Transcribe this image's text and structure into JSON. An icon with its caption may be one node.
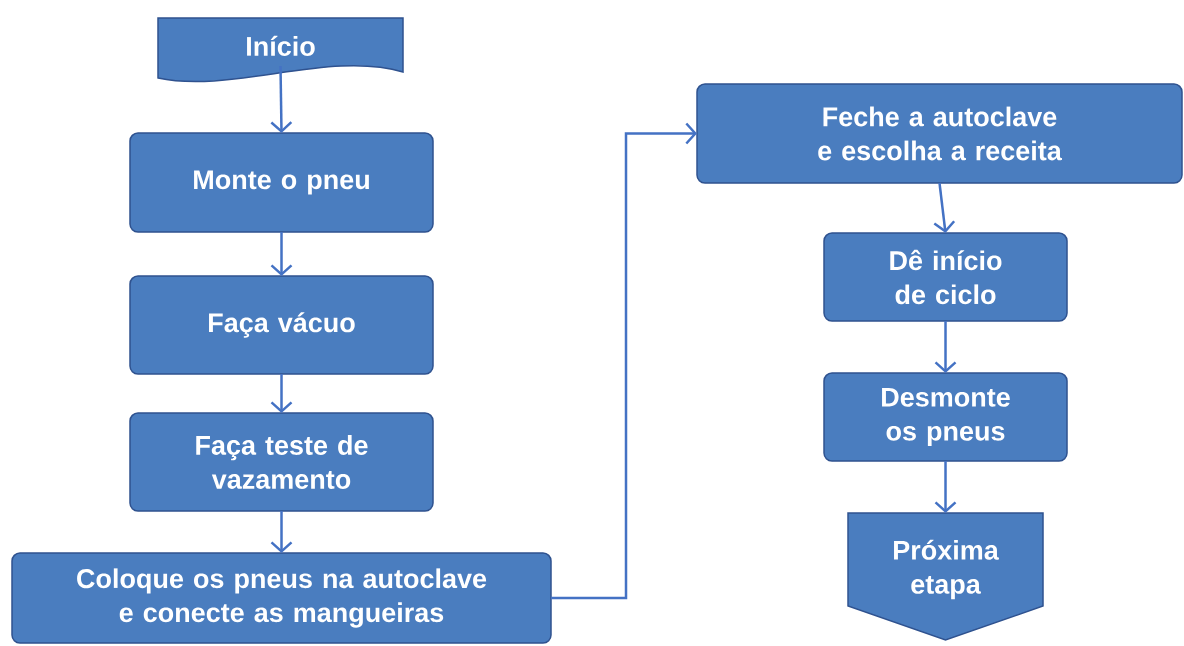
{
  "diagram": {
    "nodes": [
      {
        "text": [
          "Início"
        ]
      },
      {
        "text": [
          "Monte o pneu"
        ]
      },
      {
        "text": [
          "Faça vácuo"
        ]
      },
      {
        "text": [
          "Faça teste de vazamento"
        ]
      },
      {
        "text": [
          "Coloque os pneus na autoclave e conecte as mangueiras"
        ]
      },
      {
        "text": [
          "Feche a autoclave e escolha a receita"
        ]
      },
      {
        "text": [
          "Dê início de ciclo"
        ]
      },
      {
        "text": [
          "Desmonte os pneus"
        ]
      },
      {
        "text": [
          "Próxima etapa"
        ]
      }
    ],
    "edges": [
      {
        "from": 0,
        "to": 1,
        "arrow": "to"
      },
      {
        "from": 1,
        "to": 2,
        "arrow": "to"
      },
      {
        "from": 2,
        "to": 3,
        "arrow": "to"
      },
      {
        "from": 3,
        "to": 4,
        "arrow": "to"
      },
      {
        "from": 4,
        "to": 5,
        "arrow": "to"
      },
      {
        "from": 5,
        "to": 6,
        "arrow": "to"
      },
      {
        "from": 6,
        "to": 7,
        "arrow": "to"
      },
      {
        "from": 7,
        "to": 8,
        "arrow": "to"
      }
    ]
  }
}
